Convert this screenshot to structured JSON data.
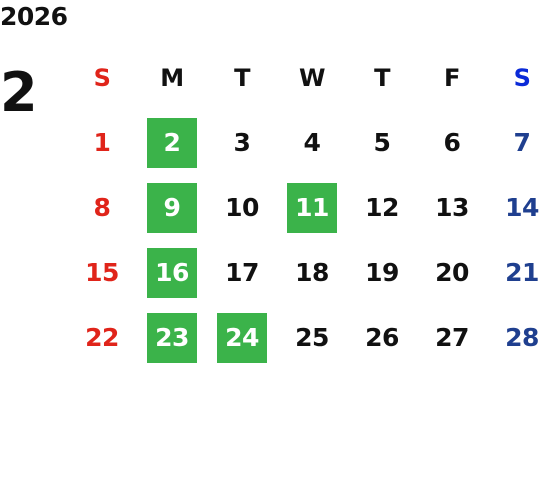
{
  "year": "2026",
  "month": "2",
  "colors": {
    "sunday": "#e0241a",
    "saturday_header": "#0a2ad8",
    "saturday": "#1f3f8f",
    "highlight": "#3bb34a",
    "text": "#111111"
  },
  "weekdays": [
    "S",
    "M",
    "T",
    "W",
    "T",
    "F",
    "S"
  ],
  "weeks": [
    [
      "1",
      "2",
      "3",
      "4",
      "5",
      "6",
      "7"
    ],
    [
      "8",
      "9",
      "10",
      "11",
      "12",
      "13",
      "14"
    ],
    [
      "15",
      "16",
      "17",
      "18",
      "19",
      "20",
      "21"
    ],
    [
      "22",
      "23",
      "24",
      "25",
      "26",
      "27",
      "28"
    ]
  ],
  "highlighted_days": [
    "2",
    "9",
    "11",
    "16",
    "23",
    "24"
  ]
}
